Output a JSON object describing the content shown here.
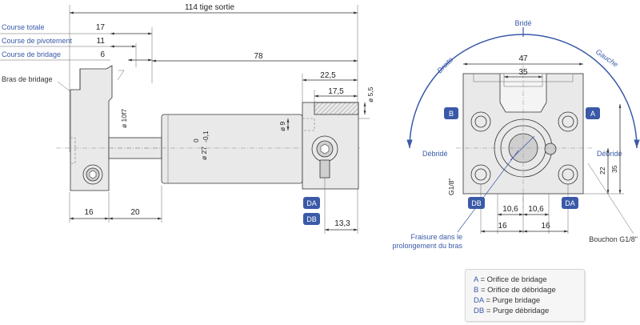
{
  "side_view": {
    "overall_dim": "114 tige sortie",
    "course_totale_label": "Course totale",
    "course_totale_value": "17",
    "course_pivotement_label": "Course de pivotement",
    "course_pivotement_value": "11",
    "course_bridage_label": "Course de bridage",
    "course_bridage_value": "6",
    "arm_label": "Bras de bridage",
    "dim_78": "78",
    "dim_22_5": "22,5",
    "dim_17_5": "17,5",
    "dim_d5_5": "ø 5,5",
    "dim_d9": "ø 9",
    "dim_d10f7": "ø 10f7",
    "dim_d27": "ø 27",
    "dim_d27_tol_upper": "0",
    "dim_d27_tol_lower": "-0,1",
    "dim_16": "16",
    "dim_20": "20",
    "dim_13_3": "13,3",
    "badge_da": "DA",
    "badge_db": "DB"
  },
  "front_view": {
    "bride": "Bridé",
    "droite": "Droite",
    "gauche": "Gauche",
    "debride_left": "Débridé",
    "debride_right": "Débridé",
    "dim_47": "47",
    "dim_35_top": "35",
    "dim_22": "22",
    "dim_35_side": "35",
    "thread": "G1/8\"",
    "dim_10_6_left": "10,6",
    "dim_10_6_right": "10,6",
    "dim_16_left": "16",
    "dim_16_right": "16",
    "fraisure_line1": "Fraisure dans le",
    "fraisure_line2": "prolongement du bras",
    "bouchon": "Bouchon G1/8\"",
    "badge_a": "A",
    "badge_b": "B",
    "badge_da": "DA",
    "badge_db": "DB"
  },
  "legend": {
    "rows": [
      {
        "key": "A",
        "text": "= Orifice de bridage"
      },
      {
        "key": "B",
        "text": "= Orifice de débridage"
      },
      {
        "key": "DA",
        "text": "= Purge bridage"
      },
      {
        "key": "DB",
        "text": "= Purge débridage"
      }
    ]
  },
  "colors": {
    "accent": "#3a5aa8",
    "line": "#333333",
    "fill": "#e9e9e9"
  }
}
